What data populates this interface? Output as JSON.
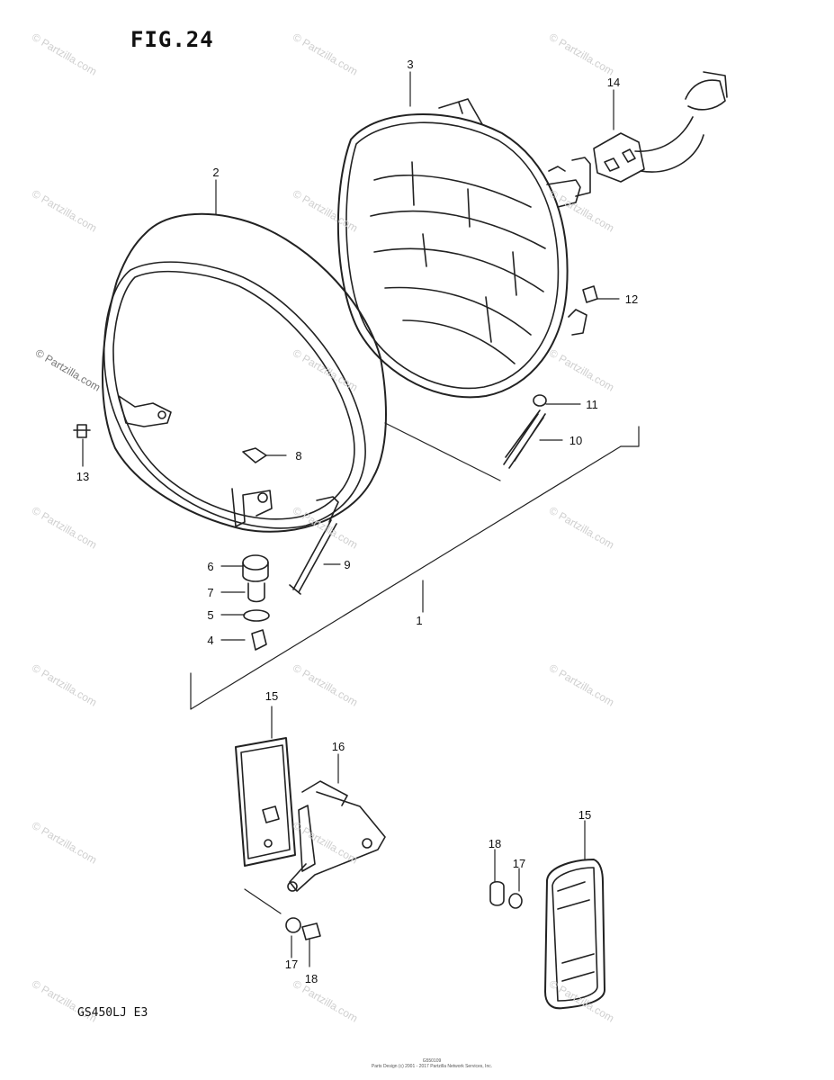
{
  "figure_title": "FIG.24",
  "model_code": "GS450LJ E3",
  "watermark": "© Partzilla.com",
  "footer": {
    "code": "G550109",
    "credit": "Parts Design (c) 2001 - 2017 Partzilla Network Services, Inc."
  },
  "callouts": [
    "1",
    "2",
    "3",
    "4",
    "5",
    "6",
    "7",
    "8",
    "9",
    "10",
    "11",
    "12",
    "13",
    "14",
    "15",
    "15",
    "16",
    "17",
    "17",
    "18",
    "18"
  ]
}
